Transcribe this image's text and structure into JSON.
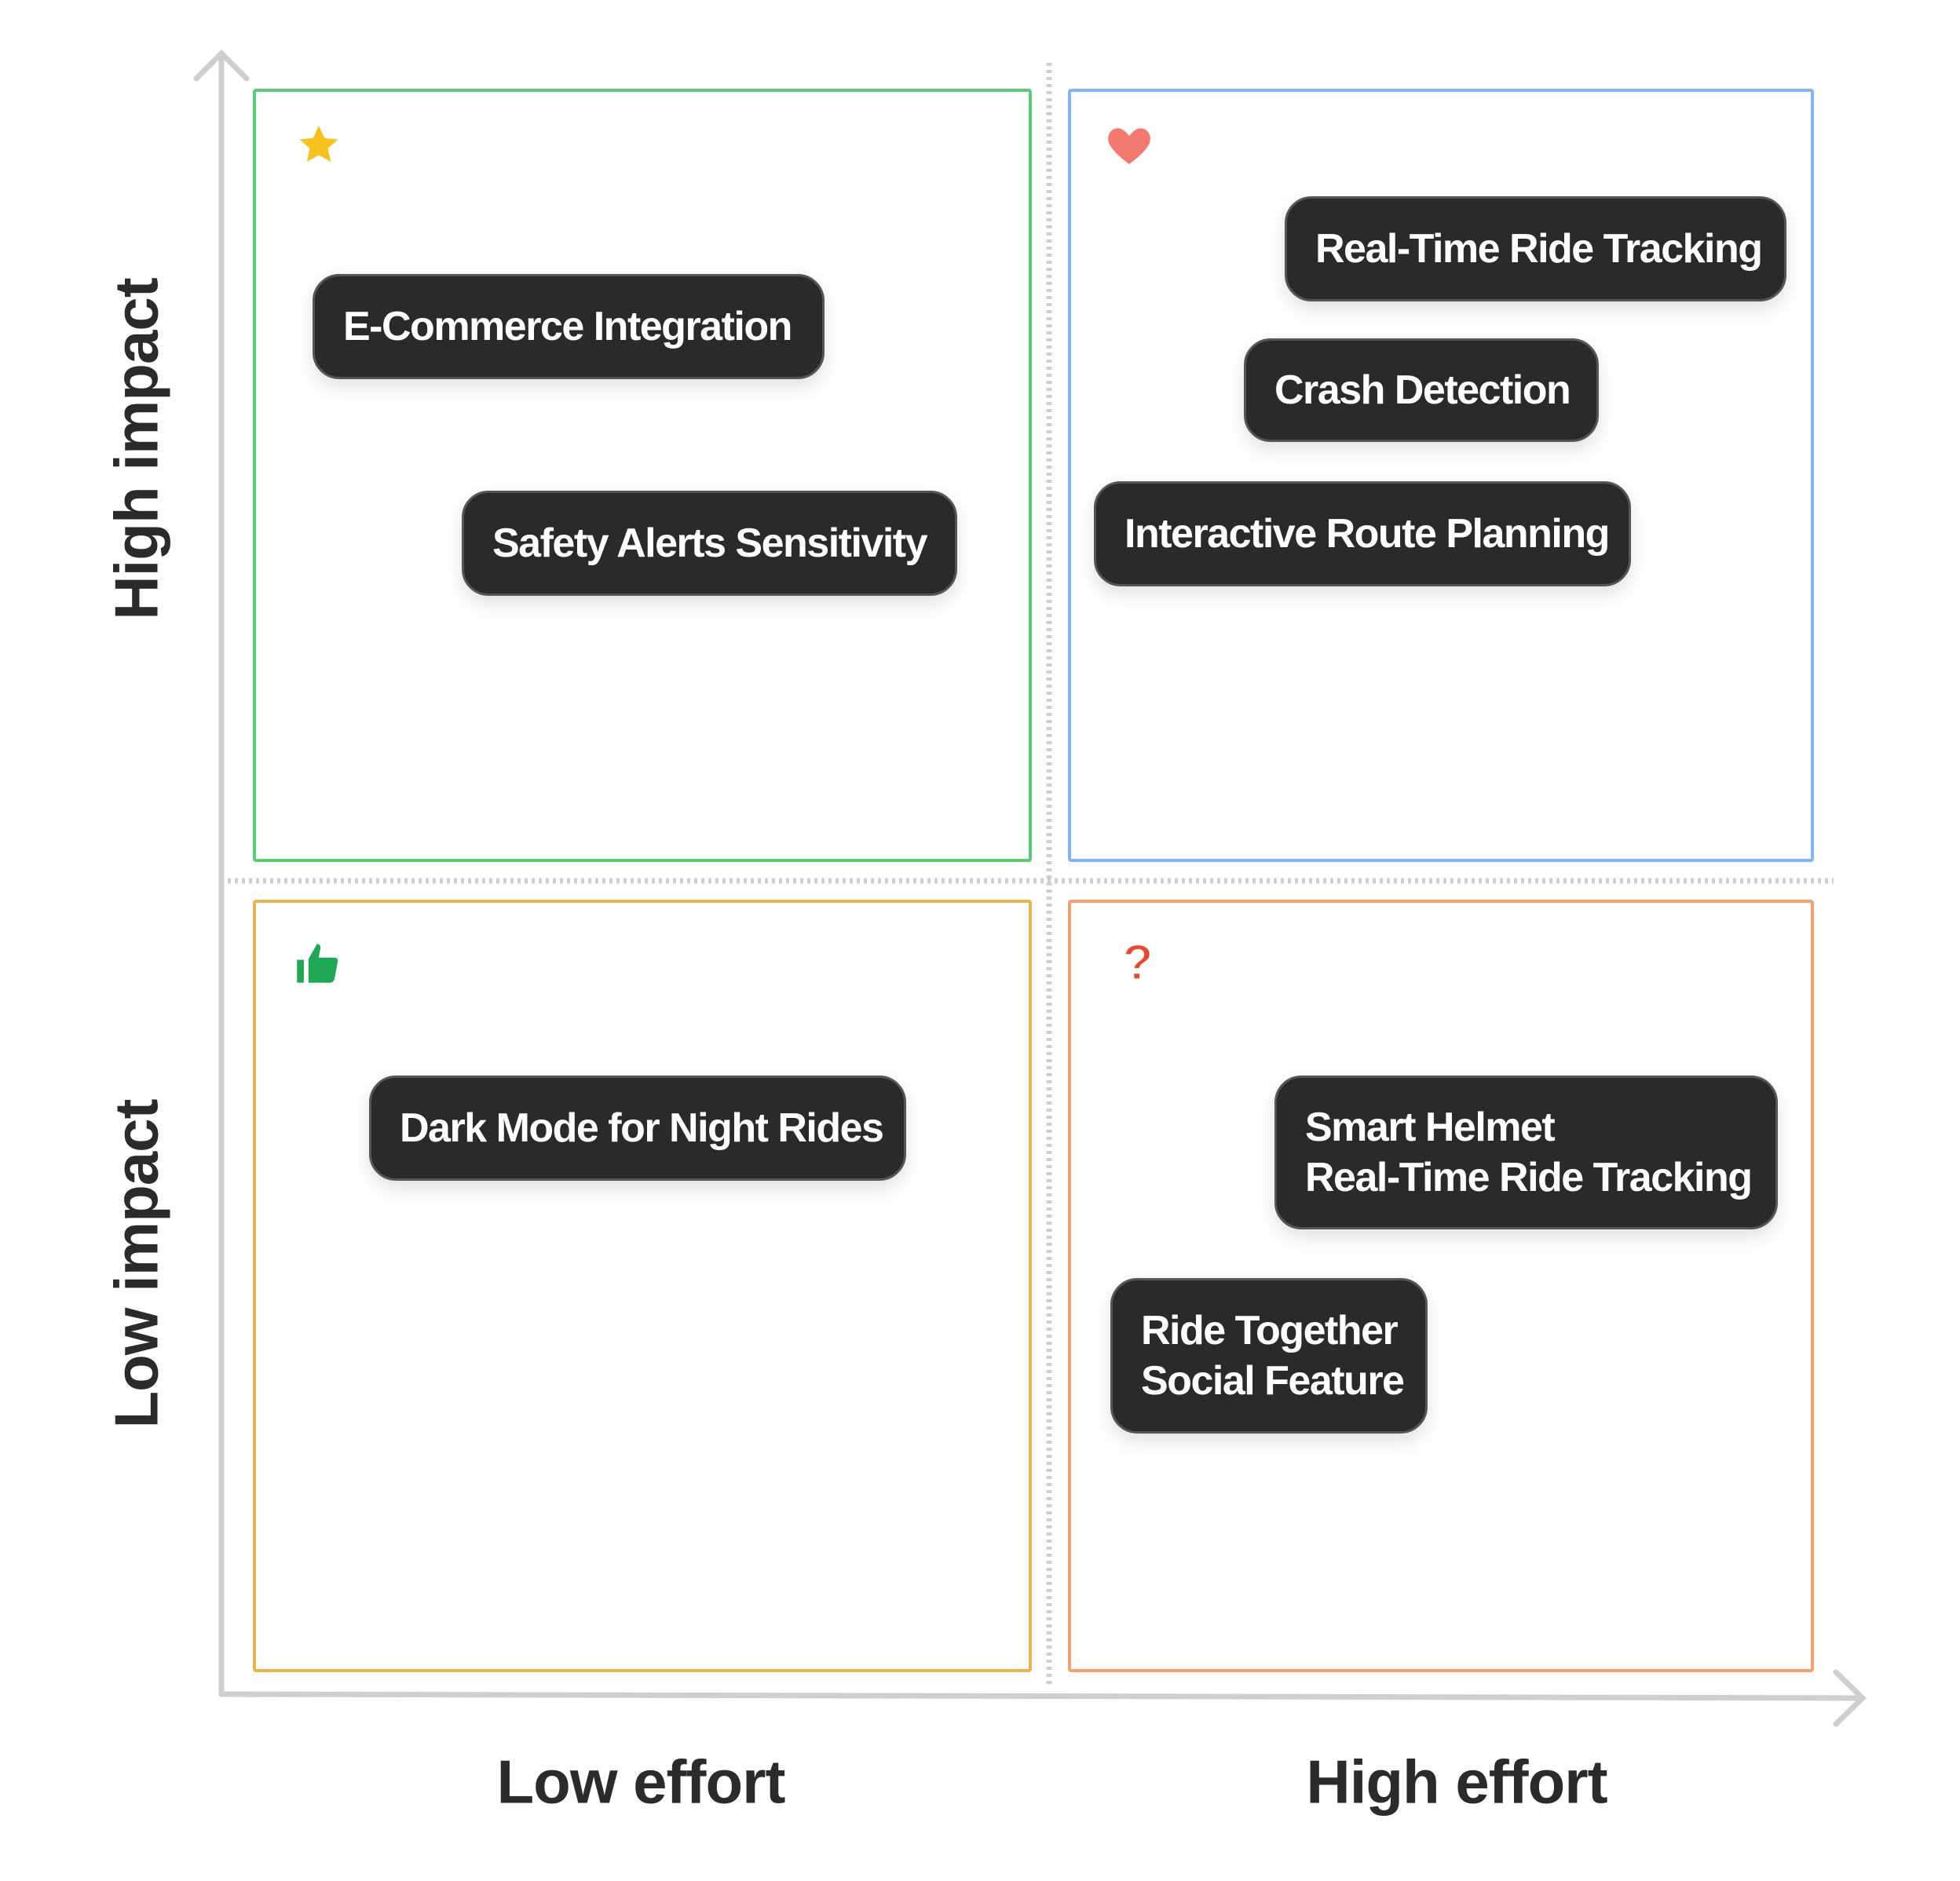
{
  "axes": {
    "y_high": "High impact",
    "y_low": "Low impact",
    "x_low": "Low effort",
    "x_high": "High effort"
  },
  "quadrants": [
    {
      "id": "high-impact-low-effort",
      "icon": "star-icon",
      "border_color": "#5ccb78",
      "items": [
        [
          "E-Commerce Integration"
        ],
        [
          "Safety Alerts Sensitivity"
        ]
      ]
    },
    {
      "id": "high-impact-high-effort",
      "icon": "heart-icon",
      "border_color": "#82b4f4",
      "items": [
        [
          "Real-Time Ride Tracking"
        ],
        [
          "Crash Detection"
        ],
        [
          "Interactive Route Planning"
        ]
      ]
    },
    {
      "id": "low-impact-low-effort",
      "icon": "thumbs-up-icon",
      "border_color": "#e8b54e",
      "items": [
        [
          "Dark Mode for Night Rides"
        ]
      ]
    },
    {
      "id": "low-impact-high-effort",
      "icon": "question-icon",
      "border_color": "#f5a273",
      "items": [
        [
          "Smart Helmet",
          "Real-Time Ride Tracking"
        ],
        [
          "Ride Together",
          "Social Feature"
        ]
      ]
    }
  ],
  "colors": {
    "pill": "#2a2a2a",
    "axis": "#cccccc",
    "star": "#f7c21b",
    "heart": "#f47a6f",
    "thumb": "#1fa855",
    "question": "#e8482b"
  }
}
